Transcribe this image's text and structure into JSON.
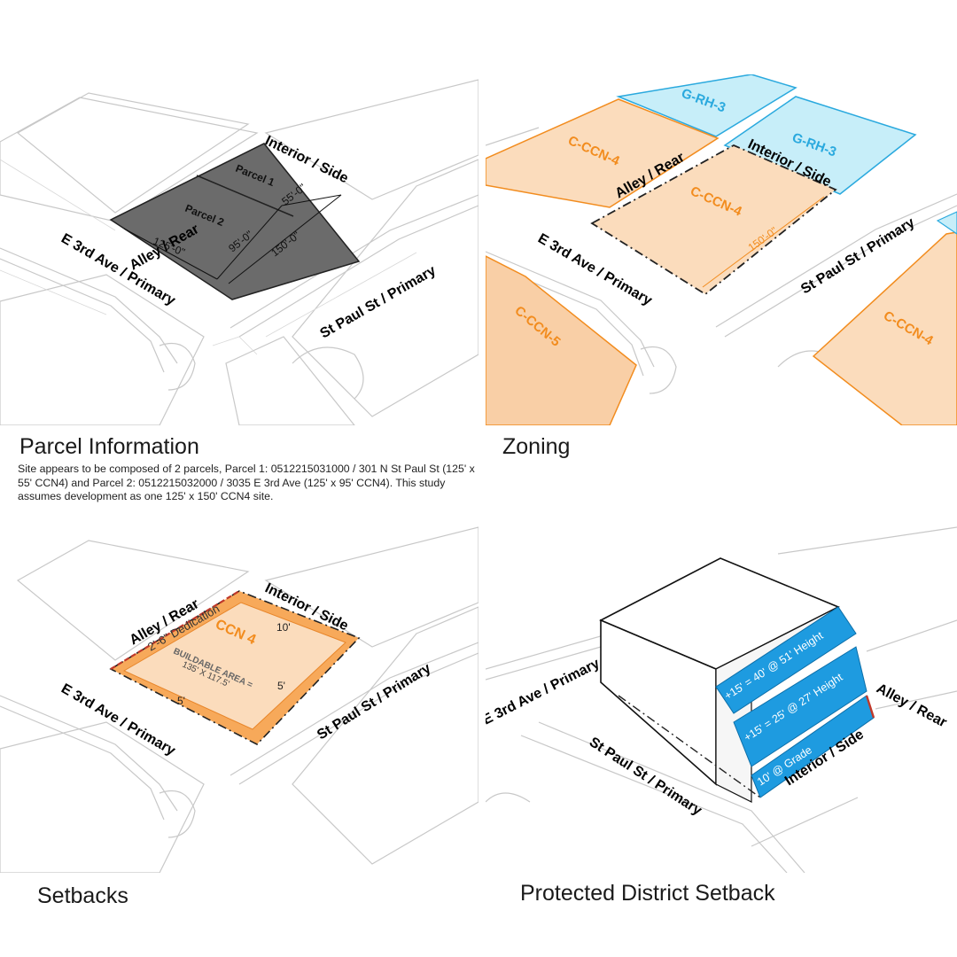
{
  "panels": {
    "parcel": {
      "title": "Parcel Information",
      "description": "Site appears to be composed of 2 parcels, Parcel 1: 0512215031000 / 301 N St Paul St (125' x 55' CCN4) and Parcel 2: 0512215032000 / 3035 E 3rd Ave (125' x 95' CCN4).  This study assumes development as one 125' x 150' CCN4 site.",
      "labels": {
        "alley": "Alley / Rear",
        "interior": "Interior / Side",
        "ave": "E 3rd Ave / Primary",
        "st": "St Paul St / Primary",
        "parcel1": "Parcel 1",
        "parcel2": "Parcel 2",
        "dim125": "125'-0\"",
        "dim95": "95'-0\"",
        "dim55": "55'-0\"",
        "dim150": "150'-0\""
      }
    },
    "zoning": {
      "title": "Zoning",
      "labels": {
        "grh3a": "G-RH-3",
        "grh3b": "G-RH-3",
        "ccn4a": "C-CCN-4",
        "ccn4site": "C-CCN-4",
        "ccn4c": "C-CCN-4",
        "ccn5": "C-CCN-5",
        "alley": "Alley / Rear",
        "interior": "Interior / Side",
        "ave": "E 3rd Ave / Primary",
        "st": "St Paul St / Primary",
        "dim150": "150'-0\""
      }
    },
    "setbacks": {
      "title": "Setbacks",
      "labels": {
        "alley": "Alley / Rear",
        "interior": "Interior / Side",
        "ave": "E 3rd Ave / Primary",
        "st": "St Paul St / Primary",
        "dedication": "2'-6\" Dedication",
        "ccn4": "CCN 4",
        "buildable": "BUILDABLE AREA =",
        "buildable_dims": "135' X 117.5'",
        "ten": "10'",
        "five_a": "5'",
        "five_b": "5'"
      }
    },
    "protected": {
      "title": "Protected District Setback",
      "labels": {
        "ave": "E 3rd Ave / Primary",
        "st": "St Paul St / Primary",
        "alley": "Alley / Rear",
        "interior": "Interior / Side",
        "step1": "+15' = 40' @ 51' Height",
        "step2": "+15' = 25' @ 27' Height",
        "step3": "10' @ Grade"
      }
    }
  },
  "colors": {
    "dark_parcel": "#6b6b6b",
    "orange_zone": "#fbdcbc",
    "orange_text": "#f28c1e",
    "blue_zone": "#c7eef9",
    "blue_text": "#2aa9de",
    "setback_blue": "#1e9be0"
  }
}
